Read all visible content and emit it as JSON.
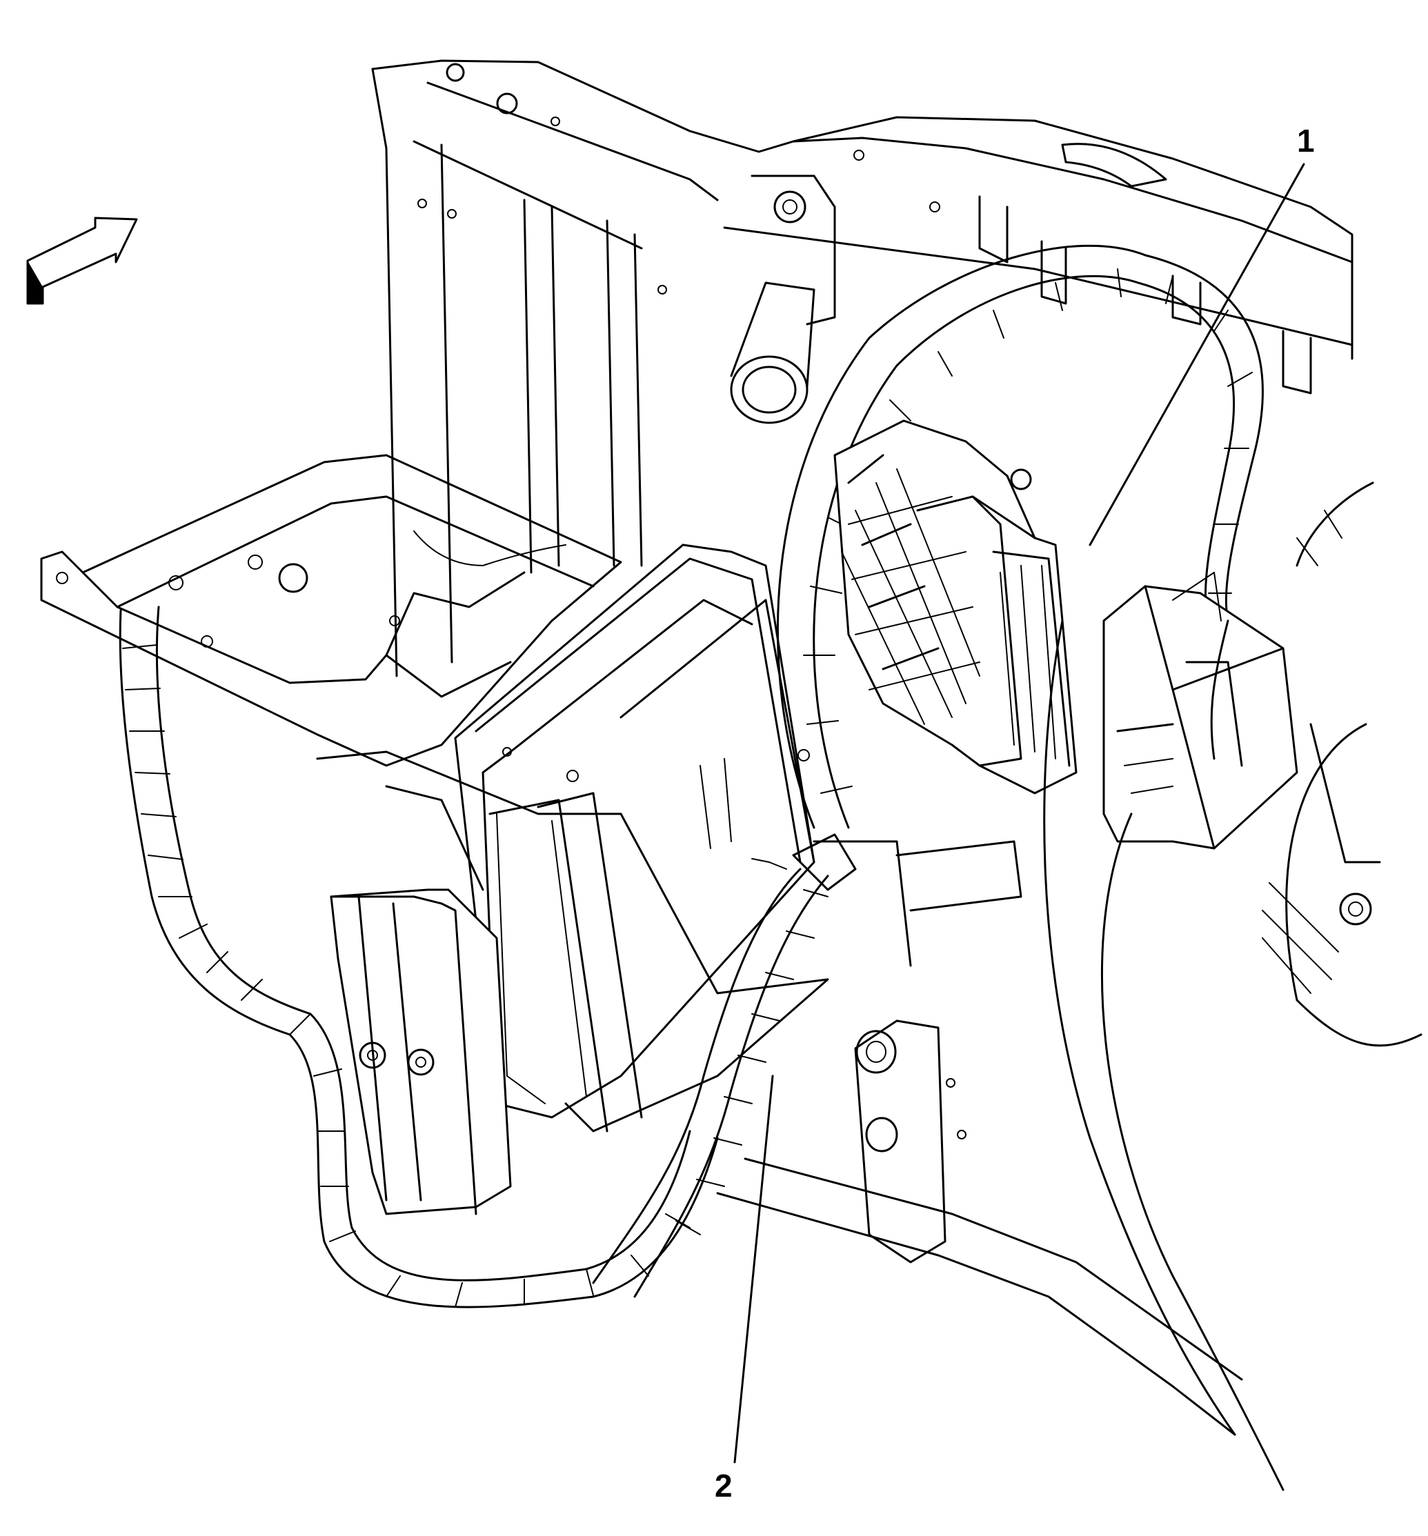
{
  "callouts": [
    {
      "id": "1",
      "label": "1"
    },
    {
      "id": "2",
      "label": "2"
    }
  ],
  "icons": {
    "direction_arrow": "direction-arrow-icon"
  }
}
